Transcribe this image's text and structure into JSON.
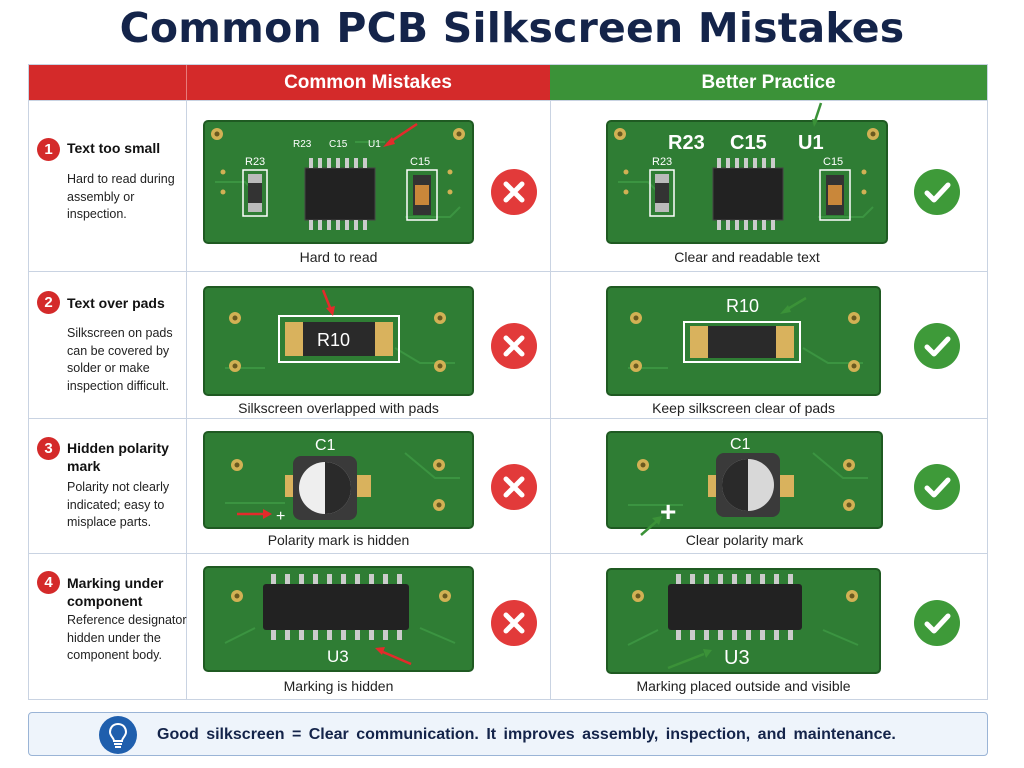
{
  "title": "Common PCB Silkscreen Mistakes",
  "headers": {
    "left": "Common Mistakes",
    "right": "Better Practice"
  },
  "rows": [
    {
      "number": "1",
      "title": "Text too small",
      "description": "Hard to read during assembly or inspection.",
      "bad_caption": "Hard to read",
      "good_caption": "Clear and readable text",
      "bad_labels": [
        "R23",
        "C15",
        "U1",
        "R23",
        "C15"
      ],
      "good_labels": [
        "R23",
        "C15",
        "U1",
        "R23",
        "C15"
      ]
    },
    {
      "number": "2",
      "title": "Text over pads",
      "description": "Silkscreen on pads can be covered by solder or make inspection difficult.",
      "bad_caption": "Silkscreen overlapped with pads",
      "good_caption": "Keep silkscreen clear of pads",
      "bad_labels": [
        "R10"
      ],
      "good_labels": [
        "R10"
      ]
    },
    {
      "number": "3",
      "title": "Hidden polarity mark",
      "description": "Polarity not clearly indicated; easy to misplace parts.",
      "bad_caption": "Polarity mark is hidden",
      "good_caption": "Clear polarity mark",
      "bad_labels": [
        "C1",
        "+"
      ],
      "good_labels": [
        "C1",
        "+"
      ]
    },
    {
      "number": "4",
      "title": "Marking under component",
      "description": "Reference designator hidden under the component body.",
      "bad_caption": "Marking is hidden",
      "good_caption": "Marking placed outside and visible",
      "bad_labels": [
        "U3"
      ],
      "good_labels": [
        "U3"
      ]
    }
  ],
  "footer": "Good silkscreen = Clear communication.  It improves assembly, inspection, and maintenance.",
  "colors": {
    "bad": "#d42a2a",
    "good": "#3b9238",
    "board": "#2f7d34",
    "title": "#14244a"
  },
  "icons": {
    "bad": "x-circle-icon",
    "good": "check-circle-icon",
    "footer": "lightbulb-icon"
  }
}
